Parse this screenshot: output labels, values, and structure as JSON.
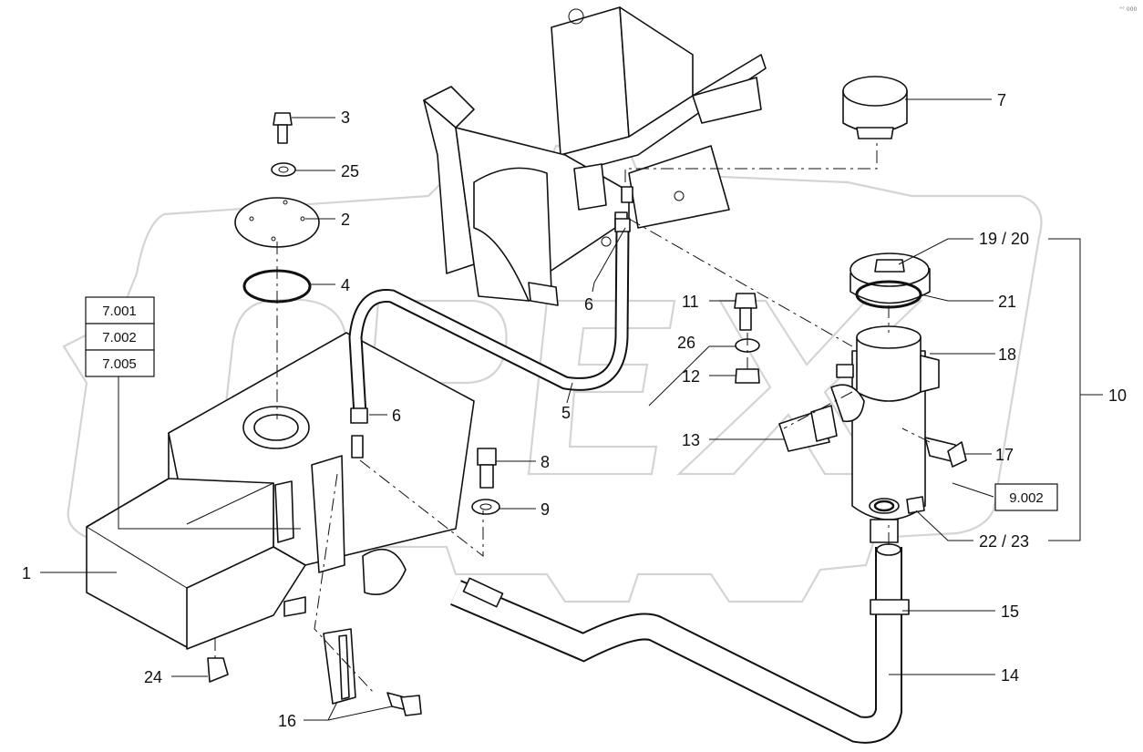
{
  "corner_mark": "°° 000",
  "watermark": {
    "text": "OPEX",
    "color": "#d4d4d4"
  },
  "callouts": {
    "c1": "1",
    "c2": "2",
    "c3": "3",
    "c4": "4",
    "c5": "5",
    "c6a": "6",
    "c6b": "6",
    "c7": "7",
    "c8": "8",
    "c9": "9",
    "c10": "10",
    "c11": "11",
    "c12": "12",
    "c13": "13",
    "c14": "14",
    "c15": "15",
    "c16": "16",
    "c17": "17",
    "c18": "18",
    "c1920": "19 / 20",
    "c21": "21",
    "c2223": "22 / 23",
    "c24": "24",
    "c25": "25",
    "c26": "26"
  },
  "references": {
    "r7001": "7.001",
    "r7002": "7.002",
    "r7005": "7.005",
    "r9002": "9.002"
  }
}
